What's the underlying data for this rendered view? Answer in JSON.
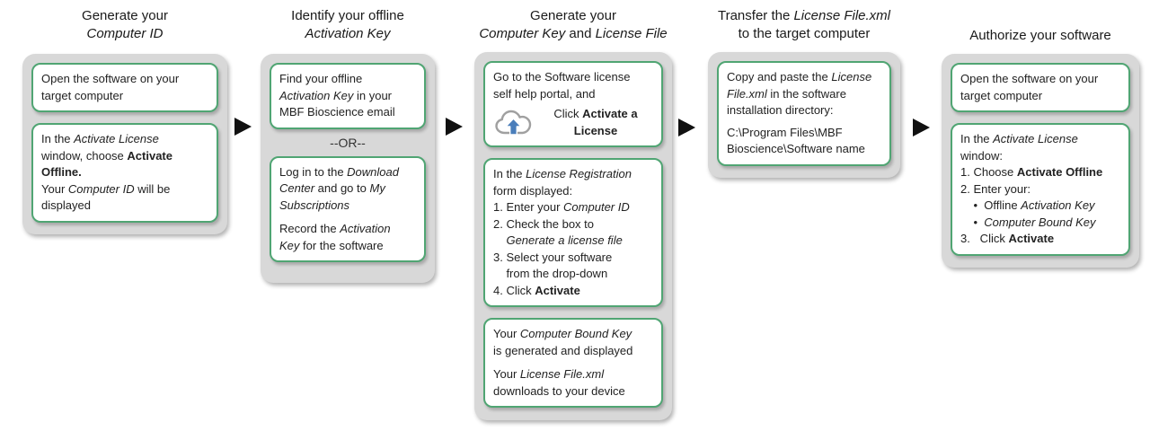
{
  "colors": {
    "box_border_green": "#50a573",
    "panel_gray": "#d8d8d8",
    "flow_arrow_black": "#111111",
    "cloud_outline_gray": "#a0a0a0",
    "cloud_arrow_blue": "#4a7ebb",
    "text": "#222222"
  },
  "icons": {
    "flow_arrow": "right-arrow-icon",
    "cloud_upload": "cloud-upload-icon"
  },
  "or_label": "--OR--",
  "columns": [
    {
      "title": [
        {
          "t": "Generate your"
        },
        {
          "br": true
        },
        {
          "t": "Computer ID",
          "i": true
        }
      ],
      "box1": [
        {
          "t": "Open the software on your"
        },
        {
          "br": true
        },
        {
          "t": "target computer"
        }
      ],
      "box2": [
        {
          "t": "In the "
        },
        {
          "t": "Activate License",
          "i": true
        },
        {
          "br": true
        },
        {
          "t": "window, choose "
        },
        {
          "t": "Activate",
          "b": true
        },
        {
          "br": true
        },
        {
          "t": "Offline.",
          "b": true
        },
        {
          "br": true
        },
        {
          "t": "Your "
        },
        {
          "t": "Computer ID",
          "i": true
        },
        {
          "t": " will be"
        },
        {
          "br": true
        },
        {
          "t": "displayed"
        }
      ]
    },
    {
      "title": [
        {
          "t": "Identify your offline"
        },
        {
          "br": true
        },
        {
          "t": "Activation Key",
          "i": true
        }
      ],
      "box1": [
        {
          "t": "Find your offline"
        },
        {
          "br": true
        },
        {
          "t": "Activation Key",
          "i": true
        },
        {
          "t": " in your"
        },
        {
          "br": true
        },
        {
          "t": "MBF Bioscience email"
        }
      ],
      "box2_p1": [
        {
          "t": "Log in to the "
        },
        {
          "t": "Download",
          "i": true
        },
        {
          "br": true
        },
        {
          "t": "Center",
          "i": true
        },
        {
          "t": " and go to "
        },
        {
          "t": "My",
          "i": true
        },
        {
          "br": true
        },
        {
          "t": "Subscriptions",
          "i": true
        }
      ],
      "box2_p2": [
        {
          "t": "Record the "
        },
        {
          "t": "Activation",
          "i": true
        },
        {
          "br": true
        },
        {
          "t": "Key",
          "i": true
        },
        {
          "t": " for the software"
        }
      ]
    },
    {
      "title": [
        {
          "t": "Generate your"
        },
        {
          "br": true
        },
        {
          "t": "Computer Key",
          "i": true
        },
        {
          "t": " and "
        },
        {
          "t": "License File",
          "i": true
        }
      ],
      "box1_p1": [
        {
          "t": "Go to the Software license"
        },
        {
          "br": true
        },
        {
          "t": "self help portal, and"
        }
      ],
      "box1_cta": [
        {
          "t": "Click "
        },
        {
          "t": "Activate a",
          "b": true
        },
        {
          "br": true
        },
        {
          "t": "License",
          "b": true
        }
      ],
      "box2": [
        {
          "t": "In the "
        },
        {
          "t": "License Registration",
          "i": true
        },
        {
          "br": true
        },
        {
          "t": "form displayed:"
        },
        {
          "br": true
        },
        {
          "t": "1. Enter your "
        },
        {
          "t": "Computer ID",
          "i": true
        },
        {
          "br": true
        },
        {
          "t": "2. Check the box to"
        },
        {
          "br": true
        },
        {
          "t": "    "
        },
        {
          "t": "Generate a license file",
          "i": true
        },
        {
          "br": true
        },
        {
          "t": "3. Select your software"
        },
        {
          "br": true
        },
        {
          "t": "    from the drop-down"
        },
        {
          "br": true
        },
        {
          "t": "4. Click "
        },
        {
          "t": "Activate",
          "b": true
        }
      ],
      "box3_p1": [
        {
          "t": "Your "
        },
        {
          "t": "Computer Bound Key",
          "i": true
        },
        {
          "br": true
        },
        {
          "t": "is generated and displayed"
        }
      ],
      "box3_p2": [
        {
          "t": "Your "
        },
        {
          "t": "License File.xml",
          "i": true
        },
        {
          "br": true
        },
        {
          "t": "downloads to your device"
        }
      ]
    },
    {
      "title": [
        {
          "t": "Transfer the "
        },
        {
          "t": "License File.xml",
          "i": true
        },
        {
          "br": true
        },
        {
          "t": "to the target computer"
        }
      ],
      "box1_p1": [
        {
          "t": "Copy and paste the "
        },
        {
          "t": "License",
          "i": true
        },
        {
          "br": true
        },
        {
          "t": "File.xml",
          "i": true
        },
        {
          "t": " in the software"
        },
        {
          "br": true
        },
        {
          "t": "installation directory:"
        }
      ],
      "box1_p2": [
        {
          "t": "C:\\Program Files\\MBF"
        },
        {
          "br": true
        },
        {
          "t": "Bioscience\\Software name"
        }
      ]
    },
    {
      "title": [
        {
          "t": "Authorize your software"
        }
      ],
      "box1": [
        {
          "t": "Open the software on your"
        },
        {
          "br": true
        },
        {
          "t": "target computer"
        }
      ],
      "box2": [
        {
          "t": "In the "
        },
        {
          "t": "Activate License",
          "i": true
        },
        {
          "br": true
        },
        {
          "t": "window:"
        },
        {
          "br": true
        },
        {
          "t": "1. Choose "
        },
        {
          "t": "Activate Offline",
          "b": true
        },
        {
          "br": true
        },
        {
          "t": "2. Enter your:"
        },
        {
          "br": true
        },
        {
          "t": "    •  Offline "
        },
        {
          "t": "Activation Key",
          "i": true
        },
        {
          "br": true
        },
        {
          "t": "    •  "
        },
        {
          "t": "Computer Bound Key",
          "i": true
        },
        {
          "br": true
        },
        {
          "t": "3.   Click "
        },
        {
          "t": "Activate",
          "b": true
        }
      ]
    }
  ]
}
